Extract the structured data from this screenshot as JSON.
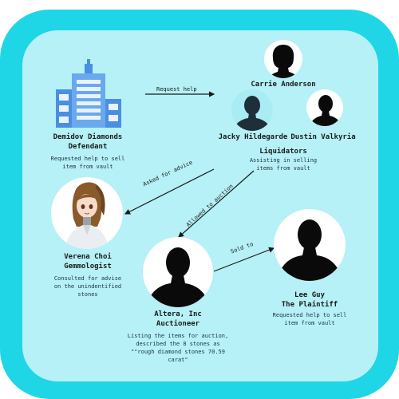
{
  "nodes": {
    "demidov": {
      "name": "Demidov Diamonds",
      "role": "Defendant",
      "desc_lines": [
        "Requested help to sell",
        "item from vault"
      ]
    },
    "carrie": {
      "name": "Carrie Anderson"
    },
    "jacky": {
      "name": "Jacky Hildegarde"
    },
    "dustin": {
      "name": "Dustin Valkyria"
    },
    "liquidators": {
      "name": "Liquidators",
      "desc_lines": [
        "Assisting in selling",
        "items from vault"
      ]
    },
    "verena": {
      "name": "Verena Choi",
      "role": "Gemmologist",
      "desc_lines": [
        "Consulted for advise",
        "on the unindentified",
        "stones"
      ]
    },
    "altera": {
      "name": "Altera, Inc",
      "role": "Auctioneer",
      "desc_lines": [
        "Listing the items for auction,",
        "described the 8 stones as",
        "\"\"rough diamond stones 70.59",
        "carat\""
      ]
    },
    "leeguy": {
      "name": "Lee Guy",
      "role": "The Plaintiff",
      "desc_lines": [
        "Requested help to sell",
        "item from vault"
      ]
    }
  },
  "edges": {
    "request_help": "Request help",
    "asked_for_advice": "Asked for advice",
    "allowed_to_auction": "Allowed to auction",
    "sold_to": "Sold to"
  },
  "colors": {
    "frame": "#1fd6e6",
    "panel": "#b5f1f6",
    "edge": "#1a1a1a",
    "building_blue": "#4a8fe0",
    "silhouette": "#0a0a0a"
  },
  "icons": {
    "demidov": "office-building-icon",
    "carrie": "woman-silhouette-icon",
    "jacky": "man-silhouette-icon",
    "dustin": "man-silhouette-icon",
    "verena": "anime-woman-portrait-icon",
    "altera": "man-silhouette-icon",
    "leeguy": "man-silhouette-icon"
  }
}
